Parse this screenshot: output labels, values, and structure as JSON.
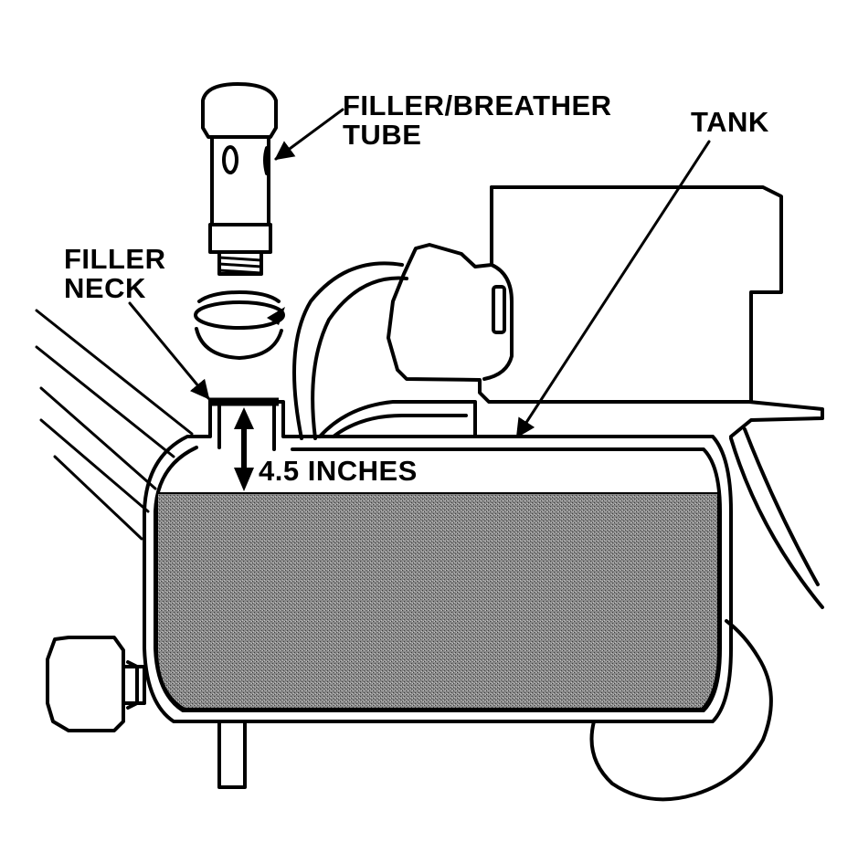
{
  "labels": {
    "filler_breather_tube": [
      "FILLER/BREATHER",
      "TUBE"
    ],
    "tank": "TANK",
    "filler_neck": [
      "FILLER",
      "NECK"
    ],
    "fill_level": "4.5 INCHES"
  },
  "colors": {
    "ink": "#000000",
    "background": "#ffffff",
    "oil_fill": "#7a7a7a"
  },
  "icons": {
    "rotation": "rotate-arrow-icon"
  }
}
